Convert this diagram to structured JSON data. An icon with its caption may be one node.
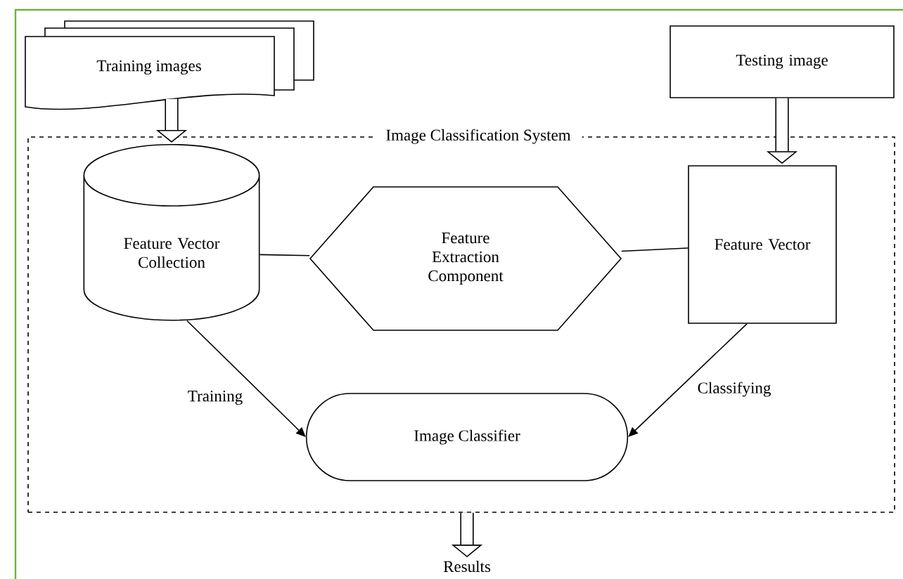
{
  "diagram": {
    "nodes": [
      {
        "text": [
          "Training images"
        ]
      },
      {
        "text": [
          "Testing image"
        ]
      },
      {
        "text": [
          "Image Classification System"
        ]
      },
      {
        "text": [
          "Feature Vector Collection"
        ],
        "in": 2
      },
      {
        "text": [
          "Feature Extraction Component"
        ],
        "in": 2
      },
      {
        "text": [
          "Feature Vector"
        ],
        "in": 2
      },
      {
        "text": [
          "Image Classifier"
        ],
        "in": 2
      },
      {
        "text": [
          "Results"
        ]
      }
    ],
    "edges": [
      {
        "from": 0,
        "to": 3,
        "arrow": "to",
        "style": "thick"
      },
      {
        "from": 1,
        "to": 5,
        "arrow": "to",
        "style": "thick"
      },
      {
        "from": 3,
        "to": 4,
        "arrow": "none"
      },
      {
        "from": 4,
        "to": 5,
        "arrow": "none"
      },
      {
        "from": 3,
        "to": 6,
        "arrow": "to",
        "label": "Training"
      },
      {
        "from": 5,
        "to": 6,
        "arrow": "to",
        "label": "Classifying"
      },
      {
        "from": 2,
        "to": 7,
        "arrow": "to",
        "style": "thick"
      }
    ]
  }
}
